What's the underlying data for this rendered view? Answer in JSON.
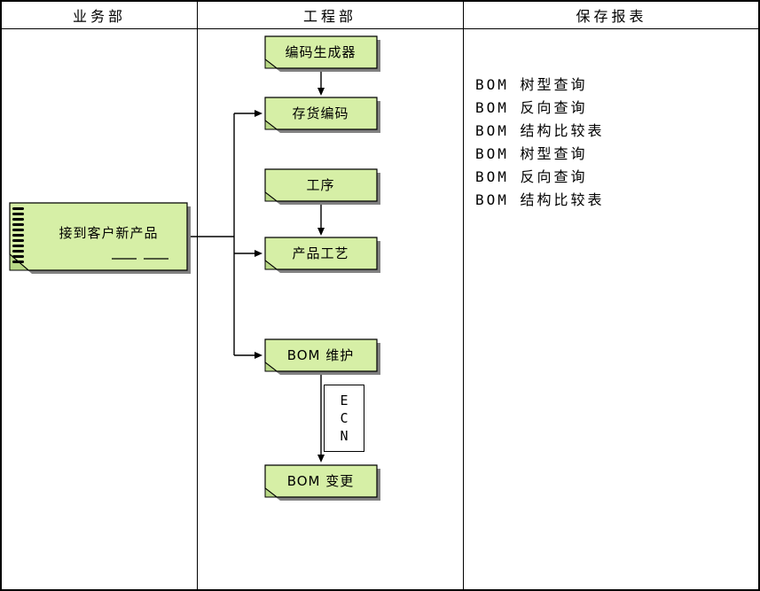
{
  "lanes": {
    "business": "业务部",
    "engineering": "工程部",
    "reports": "保存报表"
  },
  "nodes": {
    "new_product": "接到客户新产品",
    "code_generator": "编码生成器",
    "inventory_code": "存货编码",
    "operation": "工序",
    "product_process": "产品工艺",
    "bom_maintain": "BOM 维护",
    "bom_change": "BOM 变更"
  },
  "ecn": {
    "letters": [
      "E",
      "C",
      "N"
    ]
  },
  "reports": [
    "BOM 树型查询",
    "BOM 反向查询",
    "BOM 结构比较表",
    "BOM 树型查询",
    "BOM 反向查询",
    "BOM 结构比较表"
  ],
  "colors": {
    "node_fill": "#d6efa6",
    "node_border": "#000000",
    "shadow": "#808080"
  }
}
